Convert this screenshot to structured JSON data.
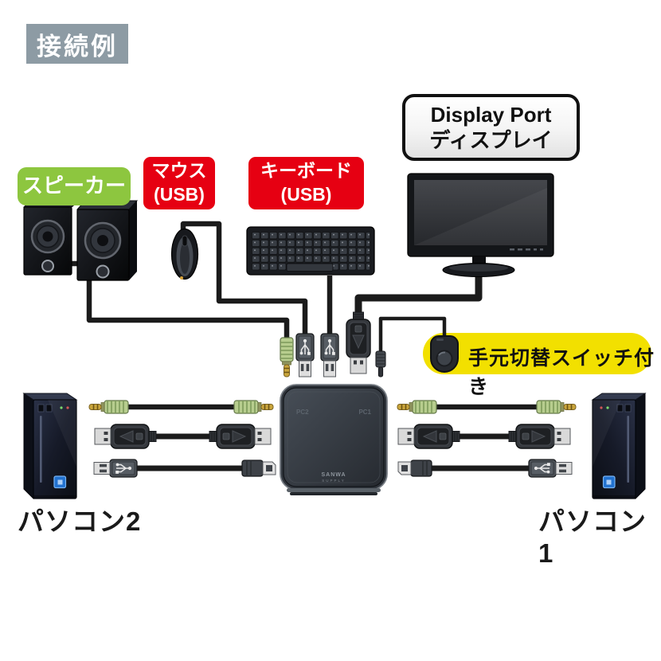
{
  "labels": {
    "title": "接続例",
    "display_line1": "Display Port",
    "display_line2": "ディスプレイ",
    "speaker": "スピーカー",
    "mouse_line1": "マウス",
    "mouse_line2": "(USB)",
    "keyboard_line1": "キーボード",
    "keyboard_line2": "(USB)",
    "remote": "手元切替スイッチ付き",
    "pc_left": "パソコン2",
    "pc_right": "パソコン1"
  },
  "kvm_switch": {
    "port_left": "PC2",
    "port_right": "PC1",
    "brand_top": "SANWA",
    "brand_bottom": "SUPPLY"
  },
  "colors": {
    "background": "#ffffff",
    "title_bg": "#8d9ba4",
    "red_label": "#e60012",
    "green_label": "#8dc63f",
    "yellow_label": "#f2e000",
    "cable": "#1b1b1b",
    "audio_plug_body": "#b7cd8e",
    "audio_plug_tip": "#c9a53c"
  },
  "device_icons": [
    "speakers-icon",
    "mouse-icon",
    "keyboard-icon",
    "monitor-icon",
    "kvm-switch-icon",
    "pc-tower-icon",
    "remote-switch-icon",
    "audio-plug-icon",
    "usb-a-plug-icon",
    "usb-b-plug-icon",
    "displayport-plug-icon"
  ]
}
